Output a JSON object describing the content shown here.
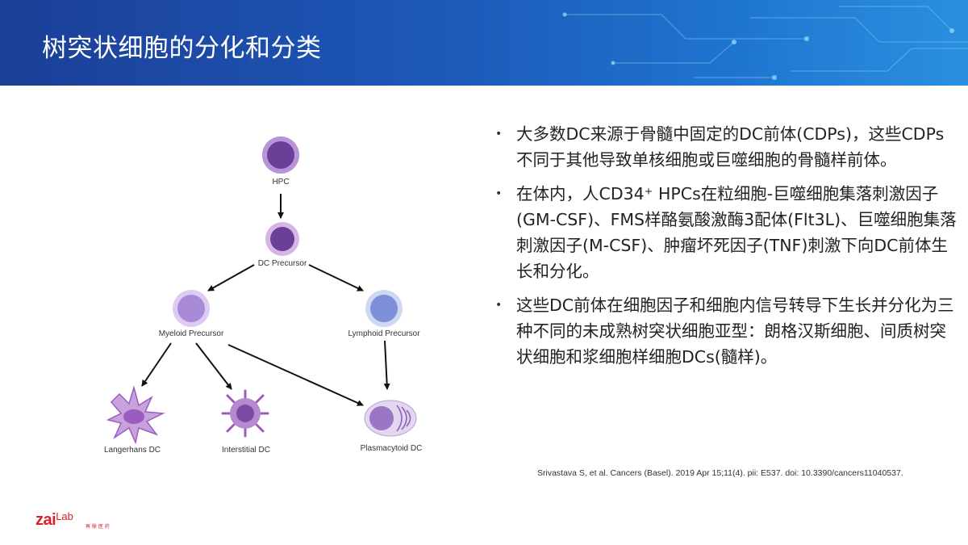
{
  "slide": {
    "title": "树突状细胞的分化和分类"
  },
  "diagram": {
    "cells": [
      {
        "id": "hpc",
        "label": "HPC"
      },
      {
        "id": "dc_precursor",
        "label": "DC Precursor"
      },
      {
        "id": "myeloid_precursor",
        "label": "Myeloid Precursor"
      },
      {
        "id": "lymphoid_precursor",
        "label": "Lymphoid Precursor"
      },
      {
        "id": "langerhans_dc",
        "label": "Langerhans DC"
      },
      {
        "id": "interstitial_dc",
        "label": "Interstitial DC"
      },
      {
        "id": "plasmacytoid_dc",
        "label": "Plasmacytoid DC"
      }
    ],
    "edges": [
      {
        "from": "hpc",
        "to": "dc_precursor"
      },
      {
        "from": "dc_precursor",
        "to": "myeloid_precursor"
      },
      {
        "from": "dc_precursor",
        "to": "lymphoid_precursor"
      },
      {
        "from": "myeloid_precursor",
        "to": "langerhans_dc"
      },
      {
        "from": "myeloid_precursor",
        "to": "interstitial_dc"
      },
      {
        "from": "myeloid_precursor",
        "to": "plasmacytoid_dc"
      },
      {
        "from": "lymphoid_precursor",
        "to": "plasmacytoid_dc"
      }
    ],
    "colors": {
      "hpc": "#6a3f97",
      "dc_precursor": "#6a3f97",
      "myeloid": "#a98ad8",
      "lymphoid": "#7d8fd8",
      "dendritic": "#9b5cc0",
      "plasmacytoid": "#b9a3d6"
    }
  },
  "bullets": [
    {
      "text": "大多数DC来源于骨髓中固定的DC前体(CDPs)，这些CDPs不同于其他导致单核细胞或巨噬细胞的骨髓样前体。"
    },
    {
      "text": "在体内，人CD34⁺ HPCs在粒细胞-巨噬细胞集落刺激因子(GM-CSF)、FMS样酪氨酸激酶3配体(Flt3L)、巨噬细胞集落刺激因子(M-CSF)、肿瘤坏死因子(TNF)刺激下向DC前体生长和分化。"
    },
    {
      "text": "这些DC前体在细胞因子和细胞内信号转导下生长并分化为三种不同的未成熟树突状细胞亚型：朗格汉斯细胞、间质树突状细胞和浆细胞样细胞DCs(髓样)。"
    }
  ],
  "citation": "Srivastava S, et al. Cancers (Basel). 2019 Apr 15;11(4). pii: E537. doi: 10.3390/cancers11040537.",
  "logo": {
    "main": "zai",
    "sub": "Lab",
    "cn": "再 鼎 医 药"
  }
}
